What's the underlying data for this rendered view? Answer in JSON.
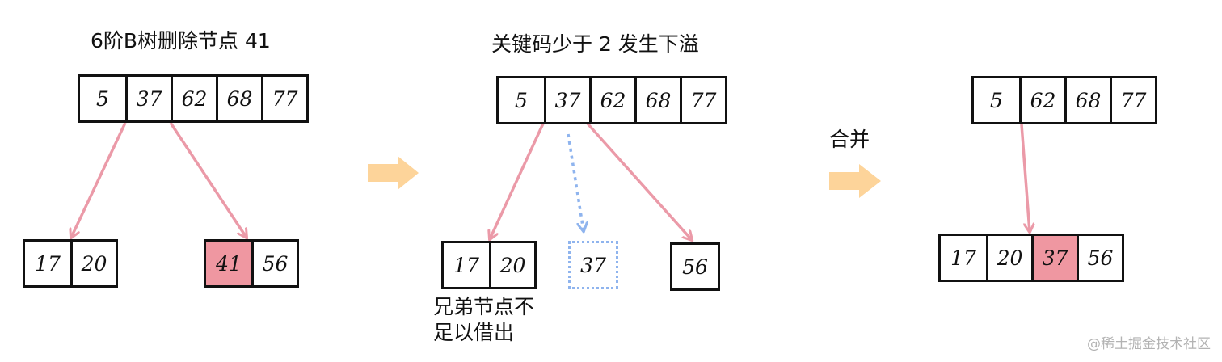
{
  "panel1": {
    "caption": "6阶B树删除节点 41",
    "root": [
      "5",
      "37",
      "62",
      "68",
      "77"
    ],
    "left_child": [
      "17",
      "20"
    ],
    "right_child": [
      "41",
      "56"
    ]
  },
  "panel2": {
    "caption": "关键码少于 2 发生下溢",
    "root": [
      "5",
      "37",
      "62",
      "68",
      "77"
    ],
    "left_child": [
      "17",
      "20"
    ],
    "moving_key": "37",
    "right_child": [
      "56"
    ],
    "note_line1": "兄弟节点不",
    "note_line2": "足以借出"
  },
  "merge_label": "合并",
  "panel3": {
    "root": [
      "5",
      "62",
      "68",
      "77"
    ],
    "child": [
      "17",
      "20",
      "37",
      "56"
    ]
  },
  "watermark": "@稀土掘金技术社区",
  "colors": {
    "highlight": "#ef97a1",
    "link_pink": "#eb9aa8",
    "link_blue_dotted": "#8fb4ee",
    "arrow_orange": "#fdd49a"
  }
}
